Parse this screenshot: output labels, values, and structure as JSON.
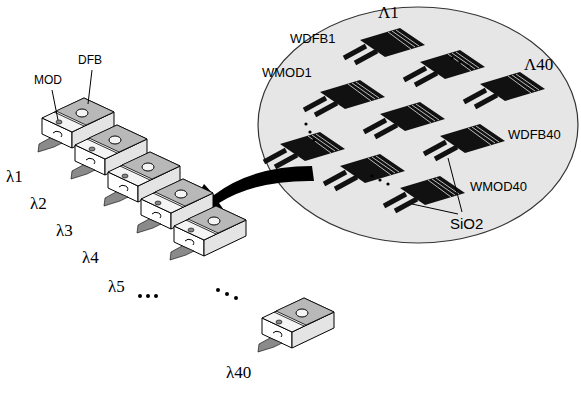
{
  "diagram": {
    "labels": [
      "Λ1",
      "WDFB1",
      "WMOD1",
      "Λ40",
      "WDFB40",
      "WMOD40",
      "SiO2",
      "MOD",
      "DFB",
      "λ1",
      "λ2",
      "λ3",
      "λ4",
      "λ5",
      "λ40"
    ]
  }
}
